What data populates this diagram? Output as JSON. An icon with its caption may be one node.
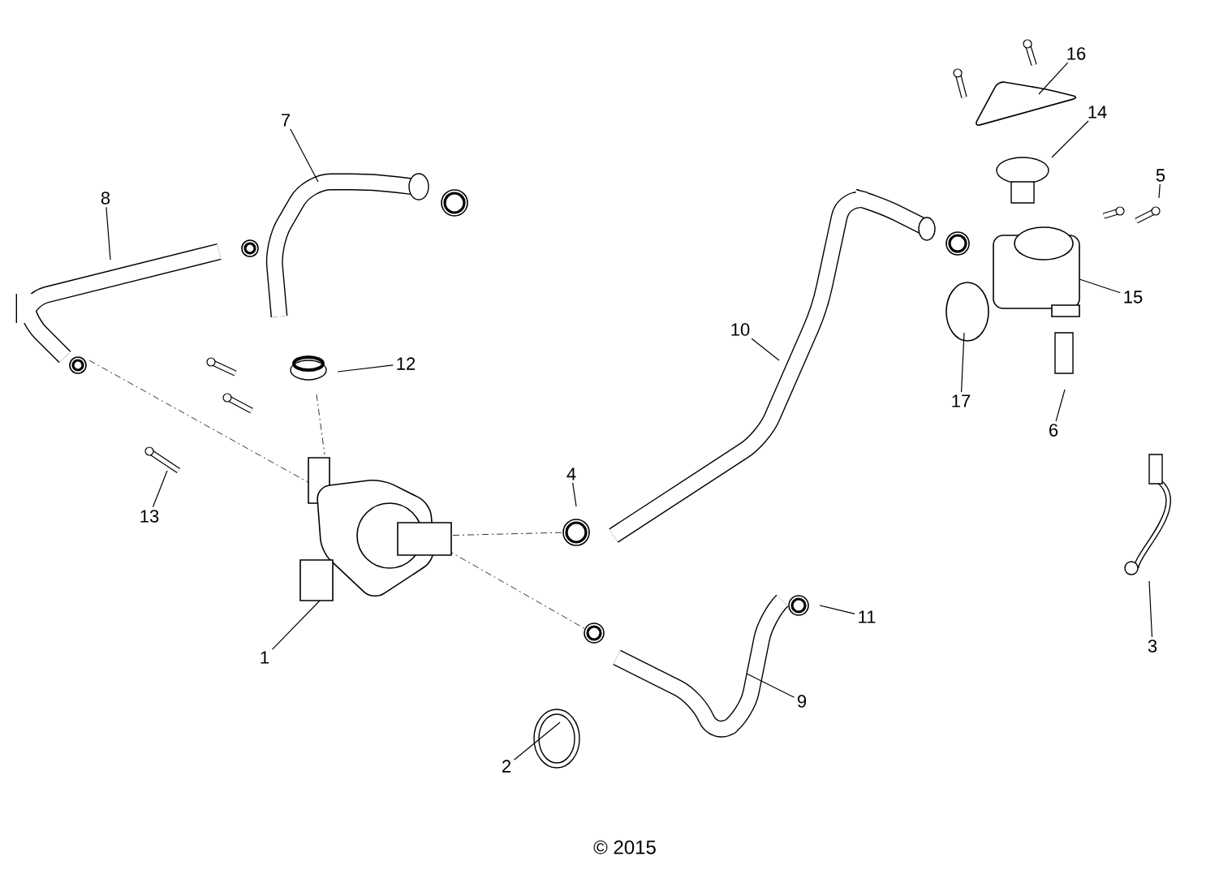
{
  "diagram": {
    "nodes": [
      {
        "text": [
          "1"
        ]
      },
      {
        "text": [
          "2"
        ]
      },
      {
        "text": [
          "3"
        ]
      },
      {
        "text": [
          "4"
        ]
      },
      {
        "text": [
          "5"
        ]
      },
      {
        "text": [
          "6"
        ]
      },
      {
        "text": [
          "7"
        ]
      },
      {
        "text": [
          "8"
        ]
      },
      {
        "text": [
          "9"
        ]
      },
      {
        "text": [
          "10"
        ]
      },
      {
        "text": [
          "11"
        ]
      },
      {
        "text": [
          "12"
        ]
      },
      {
        "text": [
          "13"
        ]
      },
      {
        "text": [
          "14"
        ]
      },
      {
        "text": [
          "15"
        ]
      },
      {
        "text": [
          "16"
        ]
      },
      {
        "text": [
          "17"
        ]
      }
    ],
    "edges": [
      {
        "from": 0,
        "to": null,
        "arrow": "none"
      },
      {
        "from": 1,
        "to": null,
        "arrow": "none"
      },
      {
        "from": 2,
        "to": null,
        "arrow": "none"
      },
      {
        "from": 3,
        "to": null,
        "arrow": "none"
      },
      {
        "from": 4,
        "to": null,
        "arrow": "none"
      },
      {
        "from": 5,
        "to": null,
        "arrow": "none"
      },
      {
        "from": 6,
        "to": null,
        "arrow": "none"
      },
      {
        "from": 7,
        "to": null,
        "arrow": "none"
      },
      {
        "from": 8,
        "to": null,
        "arrow": "none"
      },
      {
        "from": 9,
        "to": null,
        "arrow": "none"
      },
      {
        "from": 10,
        "to": null,
        "arrow": "none"
      },
      {
        "from": 11,
        "to": null,
        "arrow": "none"
      },
      {
        "from": 12,
        "to": null,
        "arrow": "none"
      },
      {
        "from": 13,
        "to": null,
        "arrow": "none"
      },
      {
        "from": 14,
        "to": null,
        "arrow": "none"
      },
      {
        "from": 15,
        "to": null,
        "arrow": "none"
      },
      {
        "from": 16,
        "to": null,
        "arrow": "none"
      }
    ],
    "labels": [
      "© 2015"
    ]
  }
}
